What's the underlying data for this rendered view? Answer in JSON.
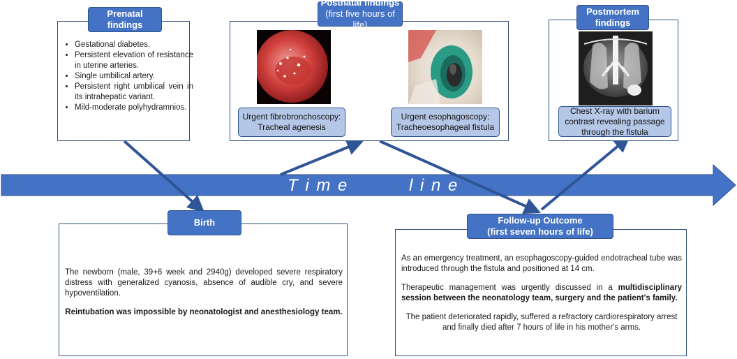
{
  "timeline": {
    "label": "T i m e          l i n e",
    "color": "#4472c4"
  },
  "prenatal": {
    "header": "Prenatal findings",
    "items": [
      "Gestational diabetes.",
      "Persistent elevation of resistance in uterine arteries.",
      "Single umbilical artery.",
      "Persistent right umbilical vein in its intrahepatic variant.",
      "Mild-moderate polyhydramnios."
    ]
  },
  "postnatal": {
    "header_line1": "Postnatal findings",
    "header_line2": "(first five hours of life)",
    "caption_left_line1": "Urgent fibrobronchoscopy:",
    "caption_left_line2": "Tracheal agenesis",
    "caption_right_line1": "Urgent esophagoscopy:",
    "caption_right_line2": "Tracheoesophageal fistula"
  },
  "postmortem": {
    "header_line1": "Postmortem",
    "header_line2": "findings",
    "caption": "Chest X-ray with barium contrast revealing passage through the fistula"
  },
  "birth": {
    "header": "Birth",
    "text": "The newborn (male, 39+6 week and 2940g) developed severe respiratory distress with generalized cyanosis, absence of audible cry, and severe hypoventilation.",
    "bold_text": "Reintubation was impossible by neonatologist and anesthesiology team."
  },
  "followup": {
    "header_line1": "Follow-up Outcome",
    "header_line2": "(first  seven hours of life)",
    "p1": "As an emergency treatment, an esophagoscopy-guided endotracheal tube was introduced through the fistula and positioned at 14 cm.",
    "p2_pre": "Therapeutic management was urgently discussed in a ",
    "p2_bold": "multidisciplinary session between the neonatology team, surgery and the patient's family.",
    "p3": "The patient deteriorated rapidly, suffered a refractory cardiorespiratory arrest and finally died after 7 hours of life in his mother's arms."
  }
}
